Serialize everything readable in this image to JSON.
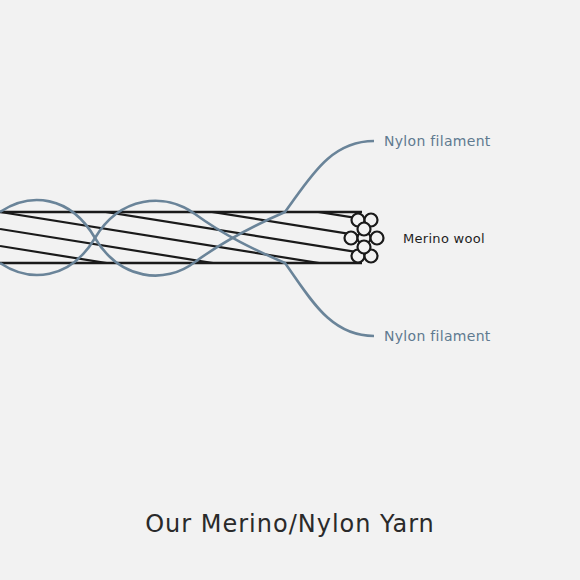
{
  "diagram": {
    "caption": "Our Merino/Nylon Yarn",
    "labels": [
      "Nylon filament",
      "Merino wool",
      "Nylon filament"
    ]
  }
}
